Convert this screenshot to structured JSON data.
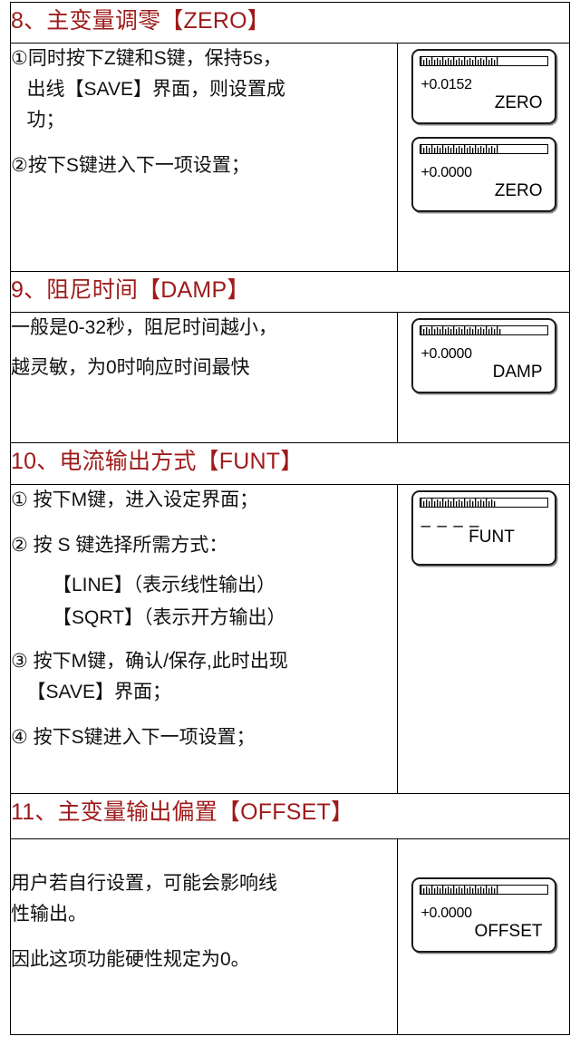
{
  "document": {
    "accent_color": "#9E1A1A",
    "text_color": "#111111",
    "border_color": "#000000"
  },
  "sections": [
    {
      "id": "zero",
      "heading": "8、主变量调零【ZERO】",
      "paragraphs": [
        "①同时按下Z键和S键，保持5s，\n   出线【SAVE】界面，则设置成\n   功；",
        "②按下S键进入下一项设置；"
      ],
      "displays": [
        {
          "value": "+0.0152",
          "tag": "ZERO",
          "scale_fill": 0.6
        },
        {
          "value": "+0.0000",
          "tag": "ZERO",
          "scale_fill": 0.6
        }
      ]
    },
    {
      "id": "damp",
      "heading": "9、阻尼时间【DAMP】",
      "paragraphs": [
        "一般是0-32秒，阻尼时间越小，",
        "越灵敏，为0时响应时间最快"
      ],
      "displays": [
        {
          "value": "+0.0000",
          "tag": "DAMP",
          "scale_fill": 0.62
        }
      ]
    },
    {
      "id": "funt",
      "heading": "10、电流输出方式【FUNT】",
      "paragraphs": [
        "① 按下M键，进入设定界面；",
        "② 按 S 键选择所需方式："
      ],
      "sub_paragraphs": [
        "【LINE】（表示线性输出）",
        "【SQRT】（表示开方输出）"
      ],
      "paragraphs_after": [
        "③ 按下M键，确认/保存,此时出现\n   【SAVE】界面；",
        "④ 按下S键进入下一项设置；"
      ],
      "displays": [
        {
          "value": "– – – –",
          "tag": "FUNT",
          "scale_fill": 0.58,
          "dashes": true
        }
      ]
    },
    {
      "id": "offset",
      "heading": "11、主变量输出偏置【OFFSET】",
      "paragraphs": [
        "用户若自行设置，可能会影响线\n性输出。",
        "因此这项功能硬性规定为0。"
      ],
      "displays": [
        {
          "value": "+0.0000",
          "tag": "OFFSET",
          "scale_fill": 0.6
        }
      ]
    }
  ]
}
